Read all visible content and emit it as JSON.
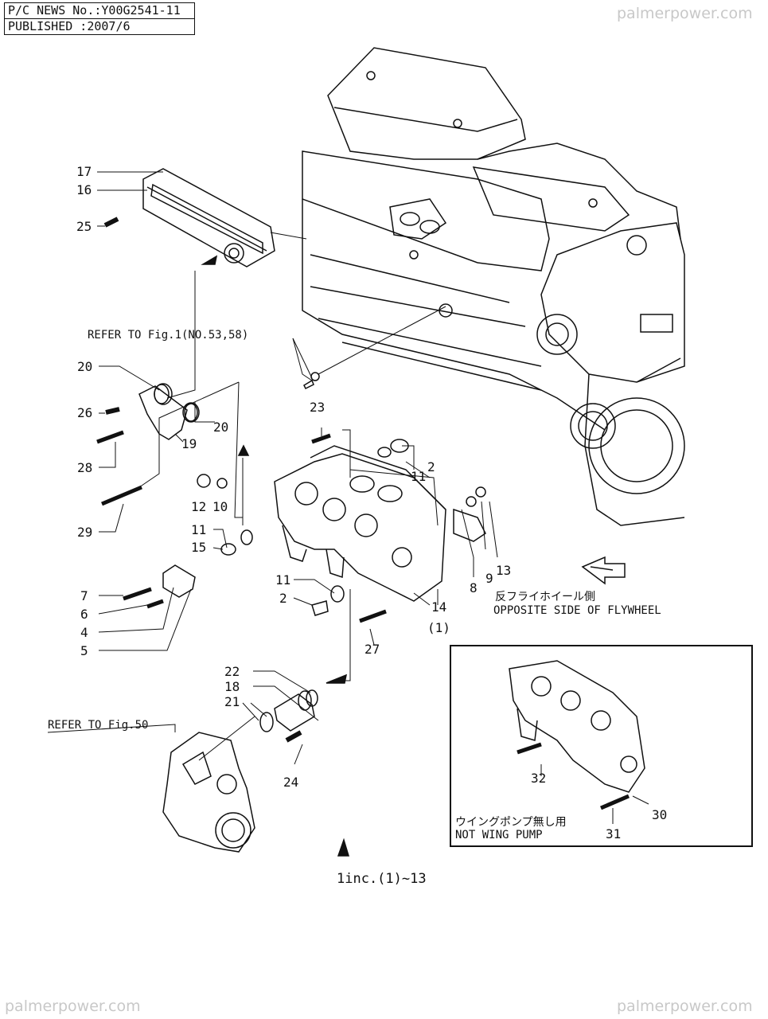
{
  "header": {
    "pc_news": "P/C NEWS No.:Y00G2541-11",
    "published": "PUBLISHED :2007/6"
  },
  "watermarks": {
    "top_right": "palmerpower.com",
    "bottom_left": "palmerpower.com",
    "bottom_right": "palmerpower.com"
  },
  "refer_notes": {
    "fig1": "REFER TO Fig.1(NO.53,58)",
    "fig50": "REFER TO Fig.50"
  },
  "direction": {
    "jp": "反フライホイール側",
    "en": "OPPOSITE SIDE OF FLYWHEEL"
  },
  "inset": {
    "jp": "ウイングポンプ無し用",
    "en": "NOT WING PUMP"
  },
  "footer_note": "1inc.(1)~13",
  "callouts": {
    "c17": "17",
    "c16": "16",
    "c25": "25",
    "c20a": "20",
    "c26": "26",
    "c20b": "20",
    "c19": "19",
    "c28": "28",
    "c29": "29",
    "c23": "23",
    "c11a": "11",
    "c2a": "2",
    "c12": "12",
    "c10": "10",
    "c11b": "11",
    "c15": "15",
    "c7": "7",
    "c6": "6",
    "c4": "4",
    "c5": "5",
    "c11c": "11",
    "c2b": "2",
    "c8": "8",
    "c9": "9",
    "c13": "13",
    "c14": "14",
    "c1": "(1)",
    "c27": "27",
    "c22": "22",
    "c18": "18",
    "c21": "21",
    "c24": "24",
    "c32": "32",
    "c30": "30",
    "c31": "31"
  }
}
